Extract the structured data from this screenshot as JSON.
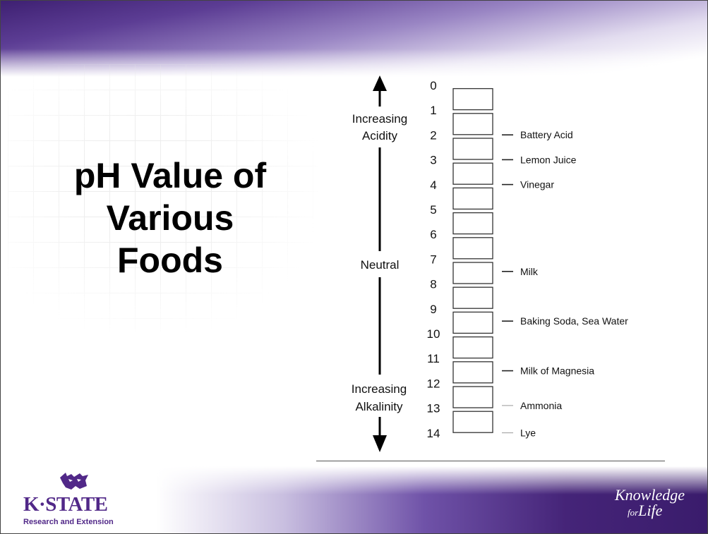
{
  "slide": {
    "title_lines": [
      "pH Value of",
      "Various",
      "Foods"
    ]
  },
  "scale": {
    "top_label_lines": [
      "Increasing",
      "Acidity"
    ],
    "middle_label": "Neutral",
    "bottom_label_lines": [
      "Increasing",
      "Alkalinity"
    ],
    "numbers": [
      "0",
      "1",
      "2",
      "3",
      "4",
      "5",
      "6",
      "7",
      "8",
      "9",
      "10",
      "11",
      "12",
      "13",
      "14"
    ]
  },
  "foods": [
    {
      "name": "Battery Acid",
      "ph": 1
    },
    {
      "name": "Lemon Juice",
      "ph": 2
    },
    {
      "name": "Vinegar",
      "ph": 3
    },
    {
      "name": "Milk",
      "ph": 6.5
    },
    {
      "name": "Baking Soda, Sea Water",
      "ph": 8.5
    },
    {
      "name": "Milk of Magnesia",
      "ph": 10.5
    },
    {
      "name": "Ammonia",
      "ph": 11.9
    },
    {
      "name": "Lye",
      "ph": 13
    }
  ],
  "logo": {
    "wordmark": "K·STATE",
    "subtitle": "Research and Extension"
  },
  "tagline": {
    "line1": "Knowledge",
    "line2_small": "for",
    "line2_large": "Life"
  },
  "colors": {
    "brand_purple": "#512888",
    "band_dark": "#3a1c6c"
  }
}
